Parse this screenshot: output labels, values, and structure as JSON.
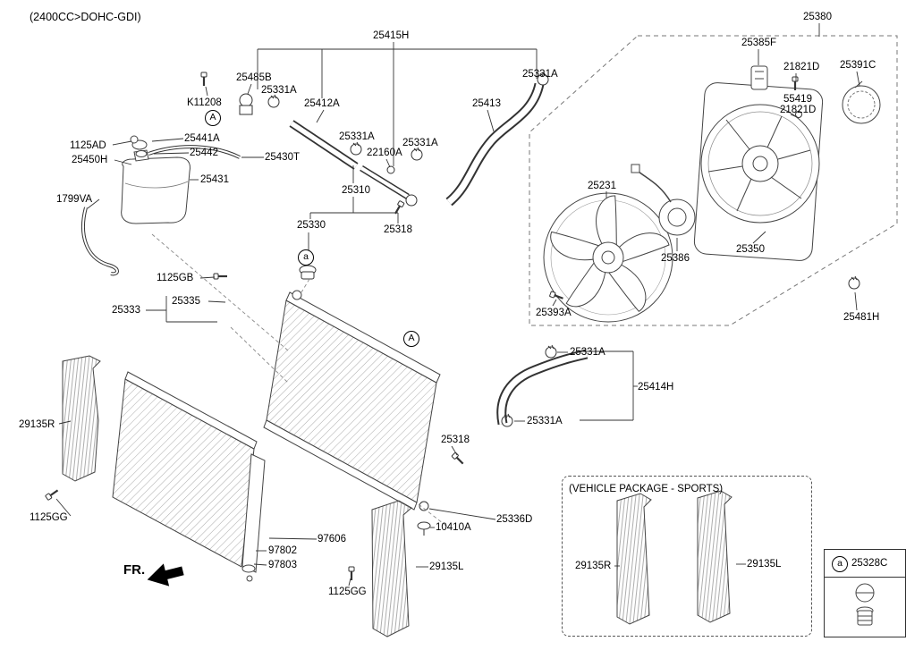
{
  "title": "(2400CC>DOHC-GDI)",
  "fr": "FR.",
  "sports_title": "(VEHICLE PACKAGE - SPORTS)",
  "marker_A": "A",
  "marker_a": "a",
  "legend": {
    "marker": "a",
    "part": "25328C"
  },
  "parts": {
    "n25415H": "25415H",
    "n25380": "25380",
    "n25385F": "25385F",
    "n21821D": "21821D",
    "n25391C": "25391C",
    "n55419": "55419",
    "n25485B": "25485B",
    "n25331A": "25331A",
    "nK11208": "K11208",
    "n25412A": "25412A",
    "n25413": "25413",
    "n1125AD": "1125AD",
    "n25450H": "25450H",
    "n25441A": "25441A",
    "n25442": "25442",
    "n25430T": "25430T",
    "n22160A": "22160A",
    "n25431": "25431",
    "n25231": "25231",
    "n1799VA": "1799VA",
    "n25310": "25310",
    "n25318": "25318",
    "n25330": "25330",
    "n25350": "25350",
    "n25386": "25386",
    "n1125GB": "1125GB",
    "n25335": "25335",
    "n25333": "25333",
    "n25393A": "25393A",
    "n25481H": "25481H",
    "n25414H": "25414H",
    "n29135R": "29135R",
    "n10410A": "10410A",
    "n25336D": "25336D",
    "n1125GG": "1125GG",
    "n97606": "97606",
    "n97802": "97802",
    "n97803": "97803",
    "n29135L": "29135L",
    "n25328C": "25328C"
  }
}
